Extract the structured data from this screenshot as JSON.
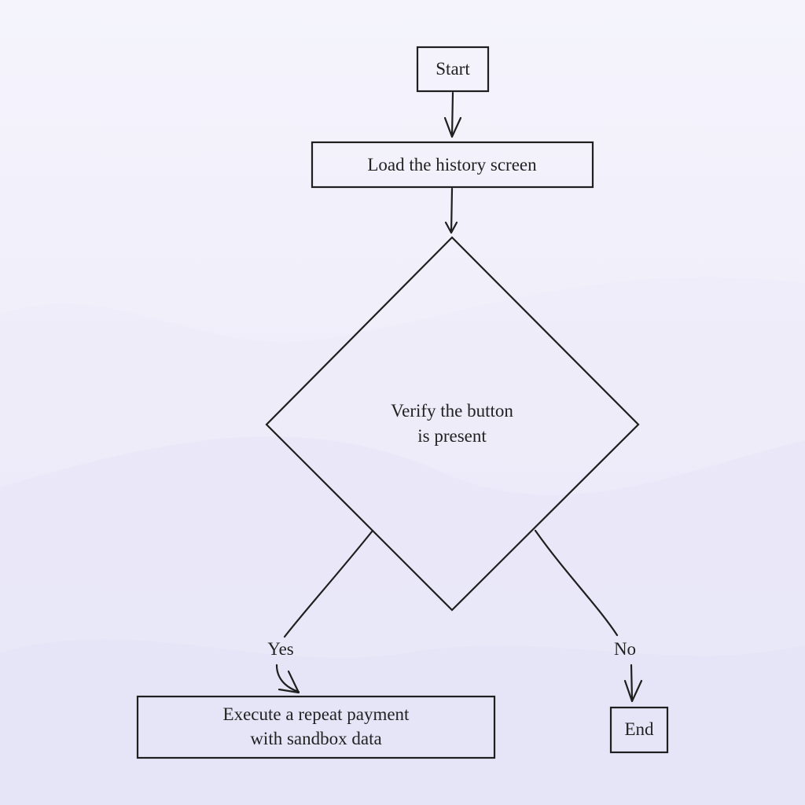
{
  "diagram": {
    "nodes": {
      "start": {
        "label": "Start"
      },
      "load": {
        "label": "Load the history screen"
      },
      "verify": {
        "line1": "Verify the button",
        "line2": "is present"
      },
      "execute": {
        "line1": "Execute a repeat payment",
        "line2": "with sandbox data"
      },
      "end": {
        "label": "End"
      }
    },
    "edges": {
      "yes": {
        "label": "Yes"
      },
      "no": {
        "label": "No"
      }
    }
  }
}
